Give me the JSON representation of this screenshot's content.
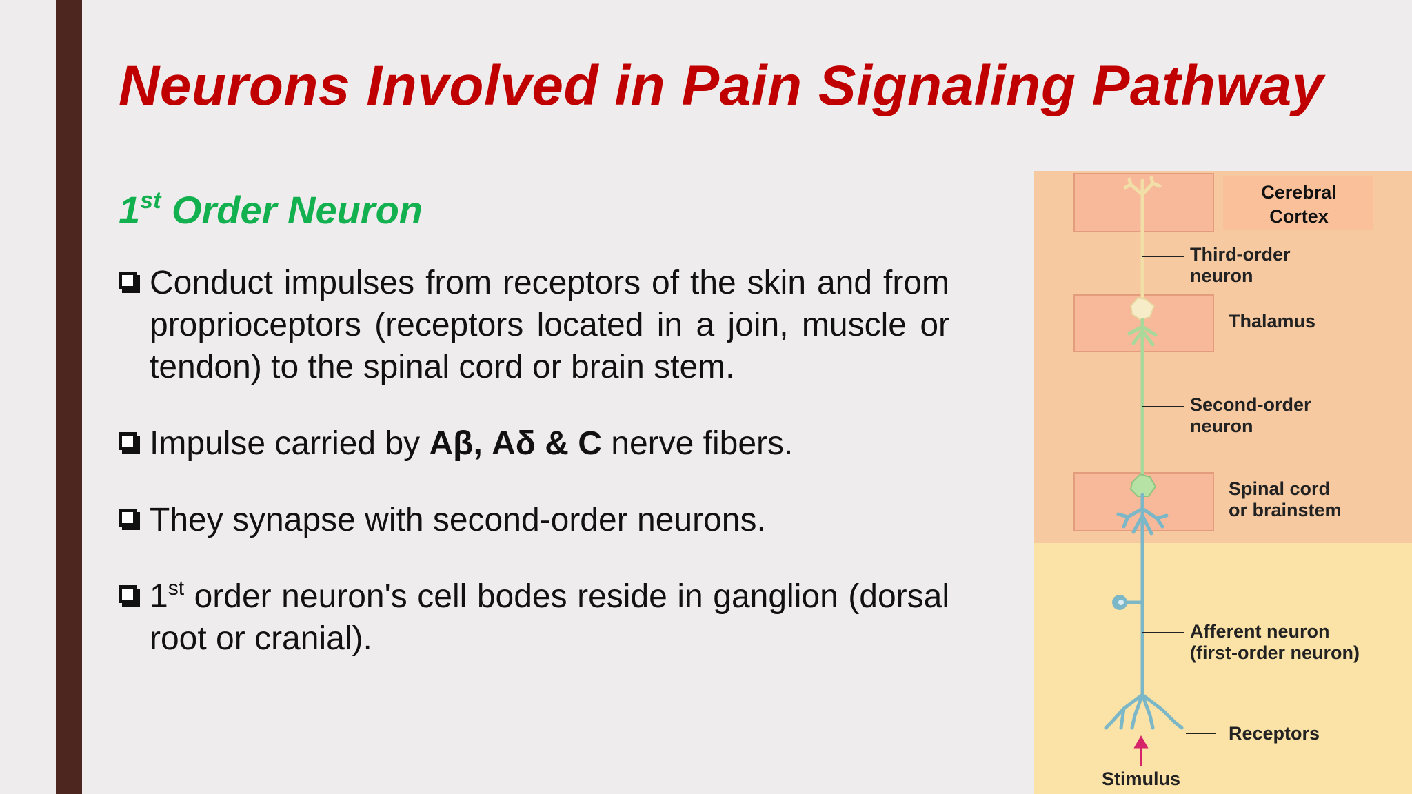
{
  "slide": {
    "title": "Neurons Involved in Pain Signaling Pathway",
    "subtitle": {
      "prefix": "1",
      "sup": "st",
      "rest": " Order Neuron"
    },
    "bullets": [
      {
        "text": "Conduct impulses from receptors of the skin and from proprioceptors (receptors located in a join, muscle or tendon) to the spinal cord or brain stem."
      },
      {
        "before": "Impulse carried by ",
        "bold": "Aβ, Aδ & C",
        "after": " nerve fibers."
      },
      {
        "text": "They synapse with second-order neurons."
      },
      {
        "prefix": "1",
        "sup": "st",
        "rest": " order neuron's cell bodes reside in ganglion (dorsal root or cranial)."
      }
    ]
  },
  "diagram": {
    "labels": {
      "cerebral_cortex_1": "Cerebral",
      "cerebral_cortex_2": "Cortex",
      "third_order_1": "Third-order",
      "third_order_2": "neuron",
      "thalamus": "Thalamus",
      "second_order_1": "Second-order",
      "second_order_2": "neuron",
      "spinal_1": "Spinal cord",
      "spinal_2": "or brainstem",
      "afferent_1": "Afferent neuron",
      "afferent_2": "(first-order neuron)",
      "receptors": "Receptors",
      "stimulus": "Stimulus"
    },
    "colors": {
      "upper_bg": "#f7c9a0",
      "lower_bg": "#fbe3a8",
      "boxes": "#f7b99a",
      "third_order": "#f4e3b0",
      "second_order": "#a9d89b",
      "first_order": "#7cb7c8",
      "stimulus_arrow": "#d6246a"
    }
  }
}
